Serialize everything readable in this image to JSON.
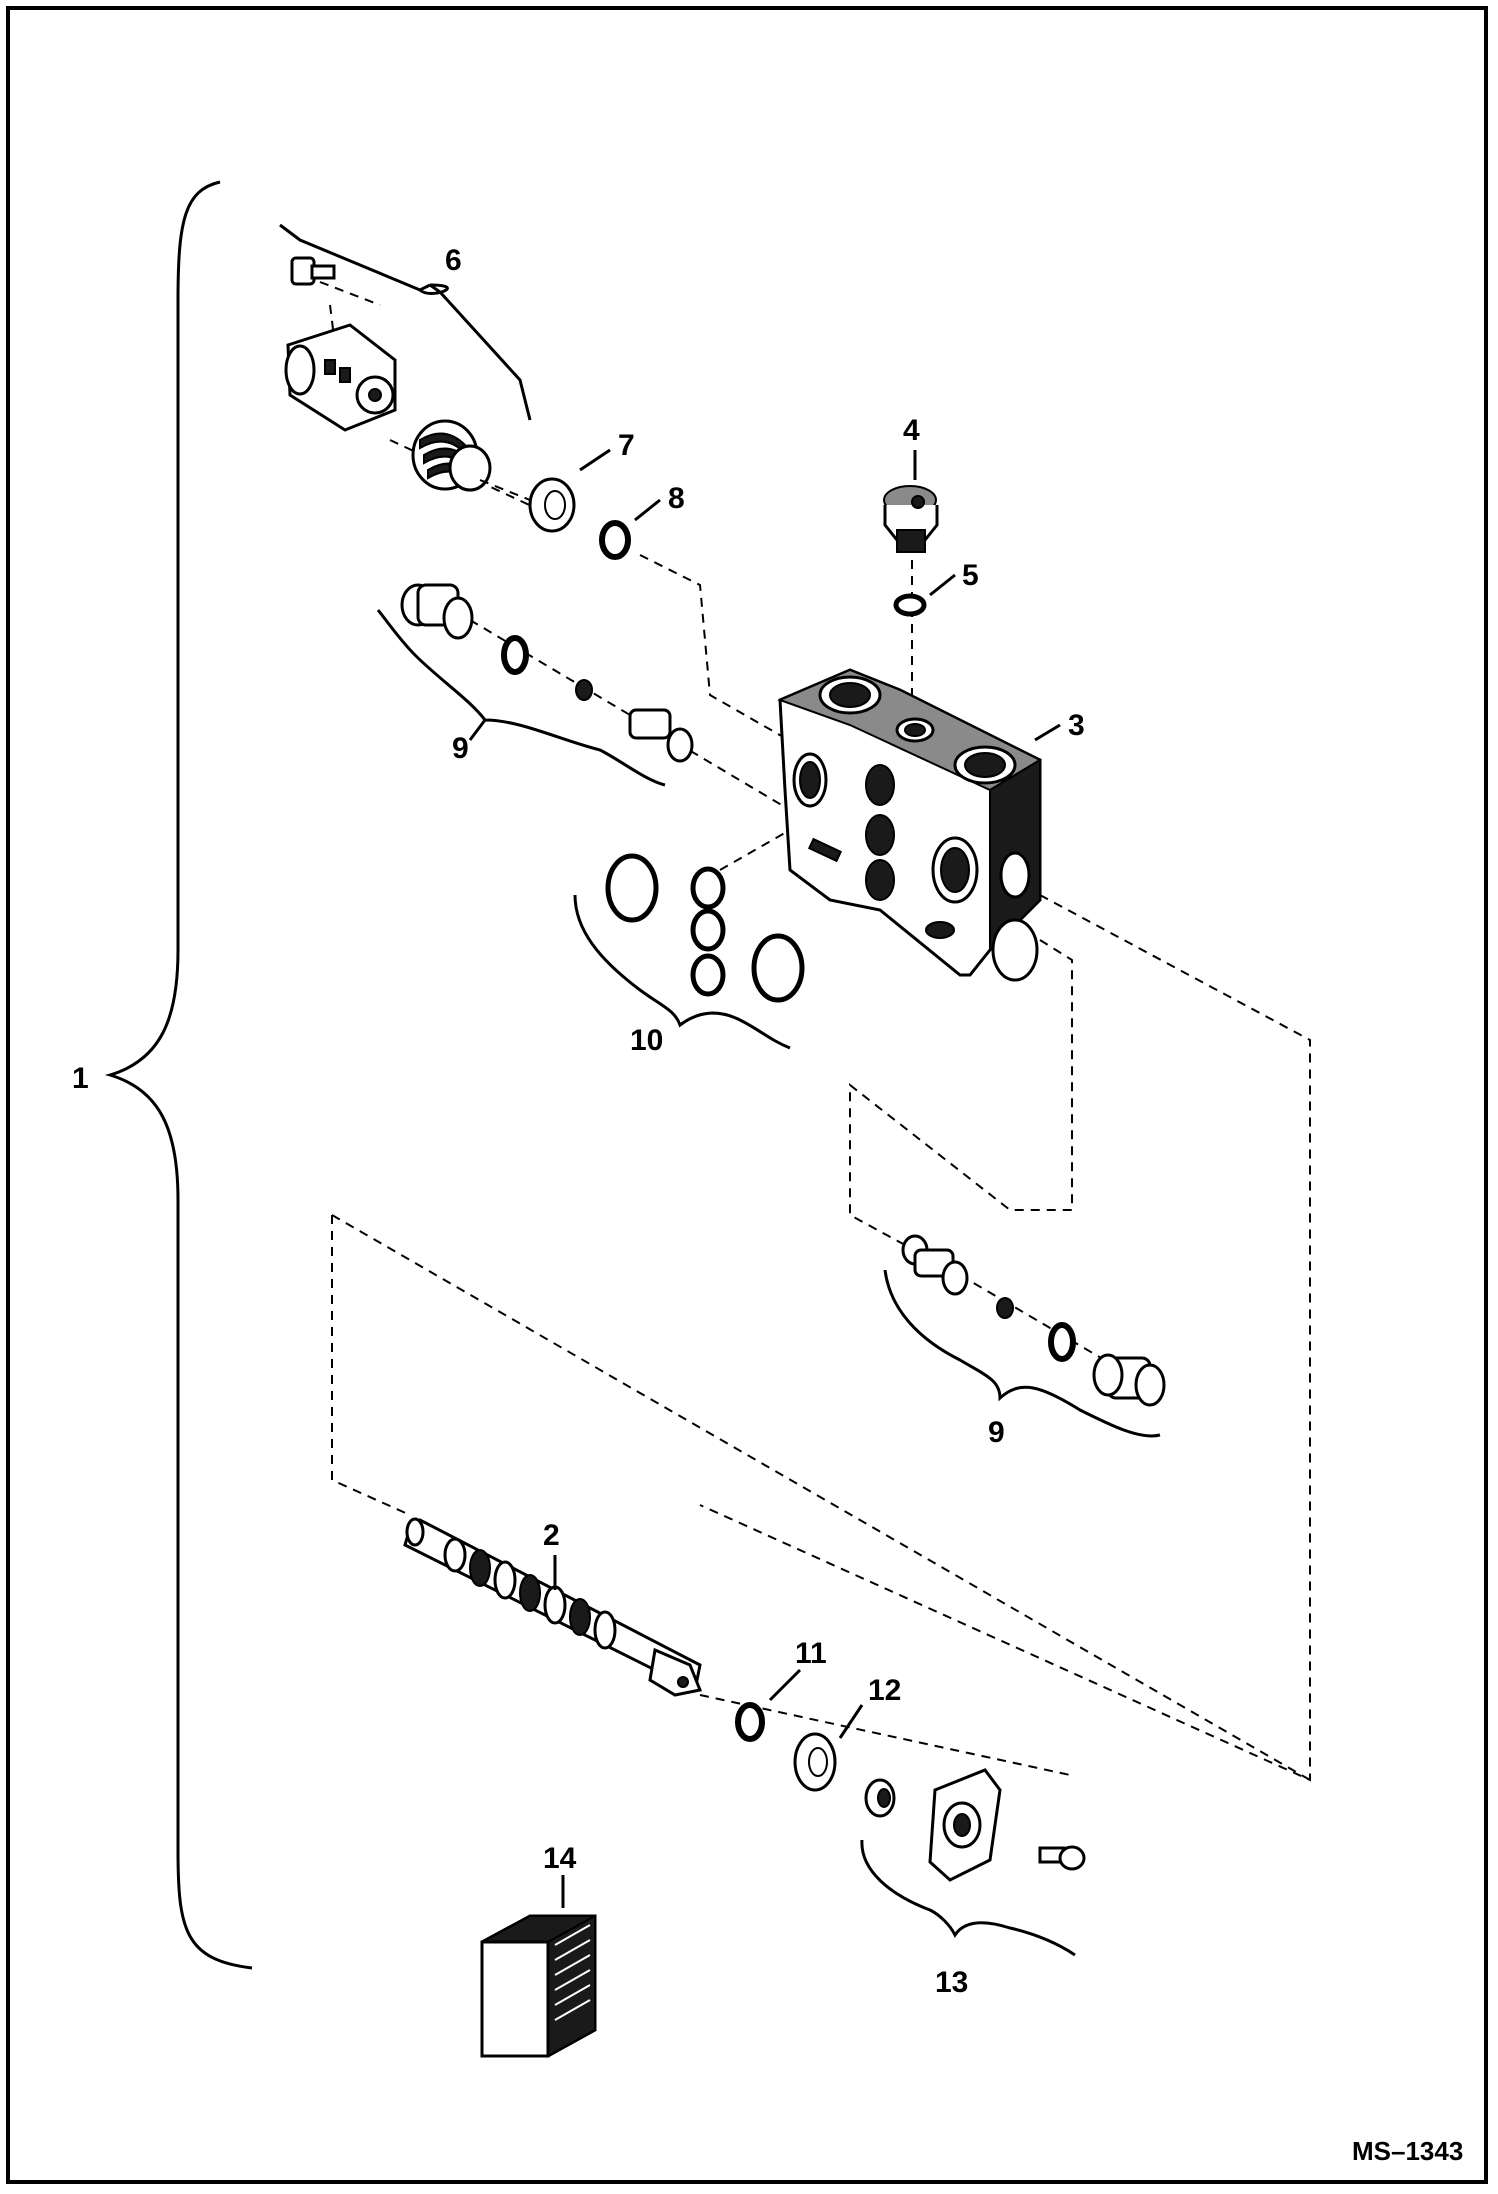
{
  "diagram": {
    "drawing_code": "MS–1343",
    "callouts": {
      "c1": "1",
      "c2": "2",
      "c3": "3",
      "c4": "4",
      "c5": "5",
      "c6": "6",
      "c7": "7",
      "c8": "8",
      "c9a": "9",
      "c9b": "9",
      "c10": "10",
      "c11": "11",
      "c12": "12",
      "c13": "13",
      "c14": "14"
    }
  }
}
